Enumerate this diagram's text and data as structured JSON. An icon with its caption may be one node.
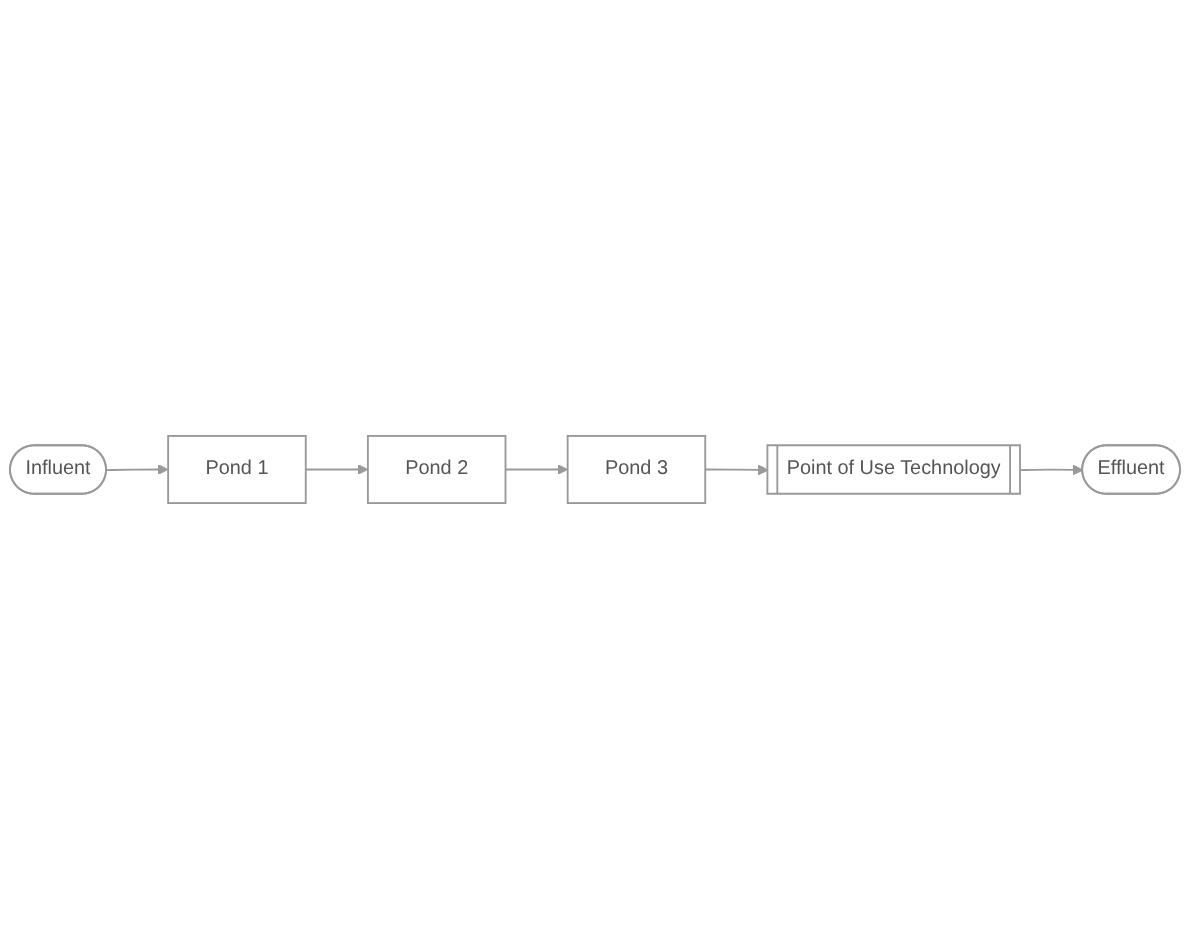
{
  "diagram": {
    "nodes": [
      {
        "text": [
          "Influent"
        ]
      },
      {
        "text": [
          "Pond 1"
        ]
      },
      {
        "text": [
          "Pond 2"
        ]
      },
      {
        "text": [
          "Pond 3"
        ]
      },
      {
        "text": [
          "Point of Use Technology"
        ]
      },
      {
        "text": [
          "Effluent"
        ]
      }
    ],
    "edges": [
      {
        "from": 0,
        "to": 1,
        "arrow": "to"
      },
      {
        "from": 1,
        "to": 2,
        "arrow": "to"
      },
      {
        "from": 2,
        "to": 3,
        "arrow": "to"
      },
      {
        "from": 3,
        "to": 4,
        "arrow": "to"
      },
      {
        "from": 4,
        "to": 5,
        "arrow": "to"
      }
    ]
  }
}
